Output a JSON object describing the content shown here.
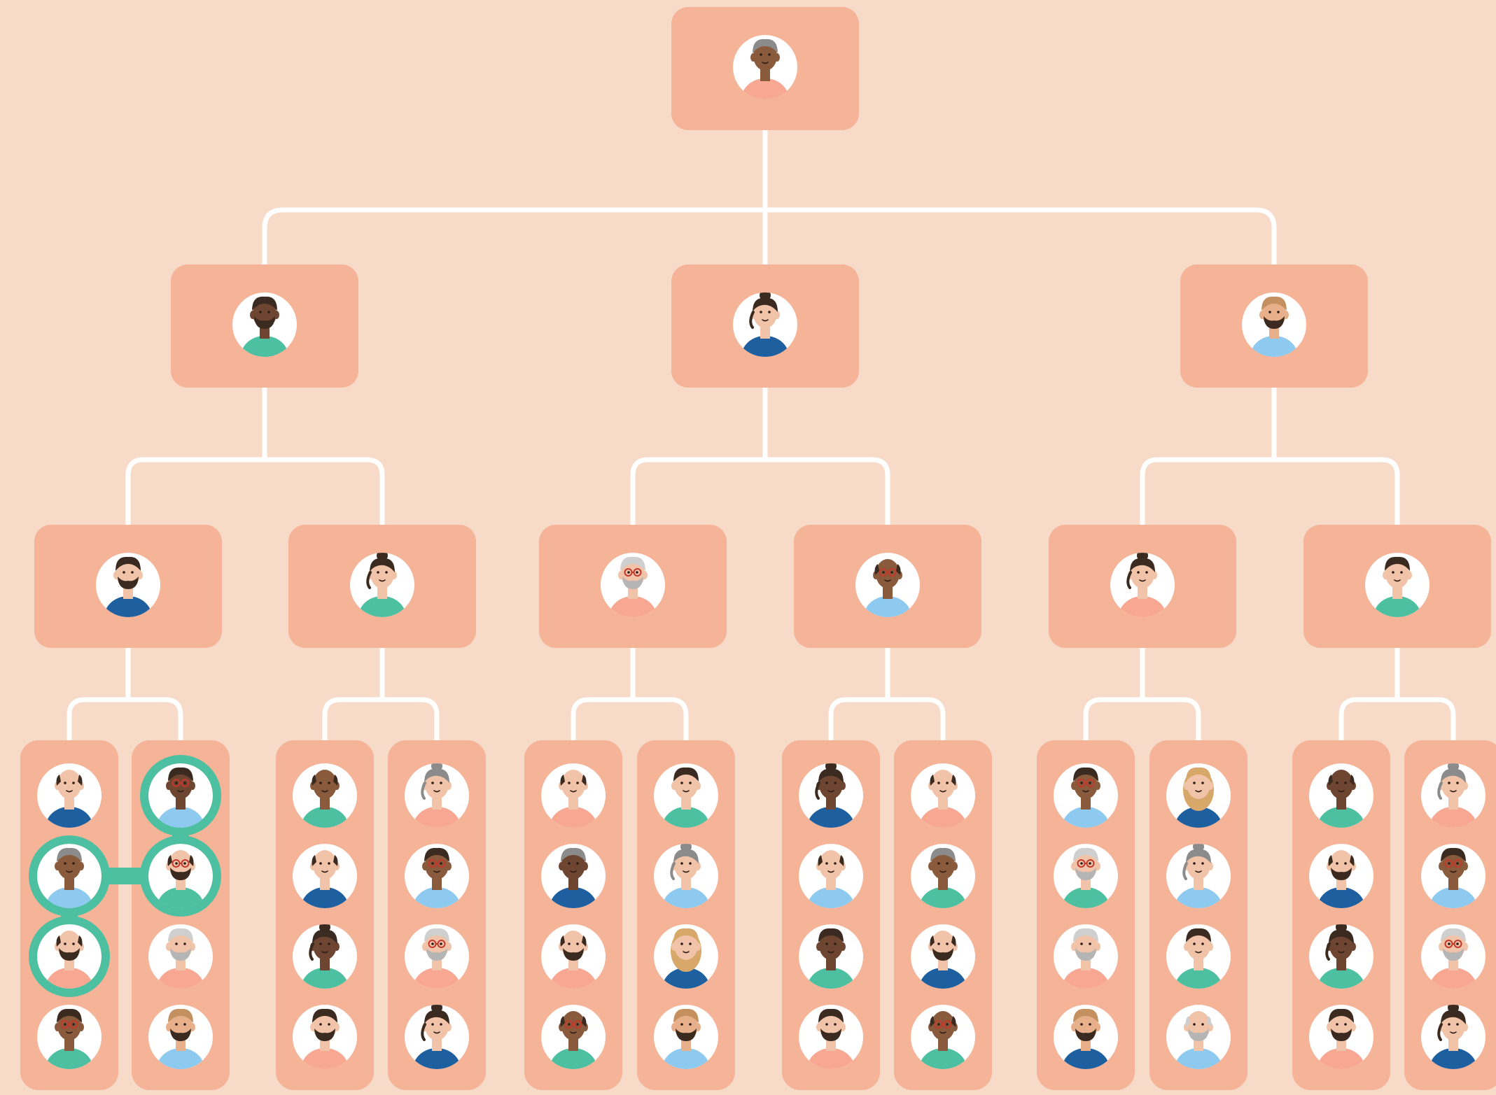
{
  "colors": {
    "background": "#f7dac8",
    "card": "#f5b397",
    "connector": "#ffffff",
    "highlight": "#4cc0a0",
    "avatar_bg": "#ffffff"
  },
  "org": {
    "root": {
      "skin": "#8a5a3c",
      "hair": "#8b8b8b",
      "hair_style": "short",
      "shirt": "#f7a792",
      "beard": false,
      "glasses": false
    },
    "managers": [
      {
        "skin": "#6e4530",
        "hair": "#3a2a20",
        "hair_style": "short",
        "shirt": "#4cc0a0",
        "beard": true,
        "glasses": false
      },
      {
        "skin": "#f1c3a8",
        "hair": "#3a2a20",
        "hair_style": "bun",
        "shirt": "#1e5fa0",
        "beard": false,
        "glasses": false
      },
      {
        "skin": "#e8b08a",
        "hair": "#c59060",
        "hair_style": "short",
        "shirt": "#8ec9f0",
        "beard": true,
        "glasses": false
      }
    ],
    "leads": [
      {
        "skin": "#f1c3a8",
        "hair": "#3a2a20",
        "hair_style": "short",
        "shirt": "#1e5fa0",
        "beard": true,
        "glasses": false
      },
      {
        "skin": "#f1c3a8",
        "hair": "#3a2a20",
        "hair_style": "bun",
        "shirt": "#4cc0a0",
        "beard": false,
        "glasses": false
      },
      {
        "skin": "#f1c3a8",
        "hair": "#cfcfcf",
        "hair_style": "short",
        "shirt": "#f7a792",
        "beard": true,
        "glasses": true
      },
      {
        "skin": "#8a5a3c",
        "hair": "#3a2a20",
        "hair_style": "bald",
        "shirt": "#8ec9f0",
        "beard": false,
        "glasses": true
      },
      {
        "skin": "#f1c3a8",
        "hair": "#3a2a20",
        "hair_style": "bun",
        "shirt": "#f7a792",
        "beard": false,
        "glasses": false
      },
      {
        "skin": "#f1c3a8",
        "hair": "#3a2a20",
        "hair_style": "short",
        "shirt": "#4cc0a0",
        "beard": false,
        "glasses": false
      }
    ],
    "teams": [
      [
        [
          {
            "skin": "#f1c3a8",
            "hair": "#3a2a20",
            "hair_style": "bald",
            "shirt": "#1e5fa0",
            "beard": false,
            "glasses": false
          },
          {
            "skin": "#8a5a3c",
            "hair": "#8b8b8b",
            "hair_style": "short",
            "shirt": "#8ec9f0",
            "beard": false,
            "glasses": false
          },
          {
            "skin": "#f1c3a8",
            "hair": "#3a2a20",
            "hair_style": "bald",
            "shirt": "#f7a792",
            "beard": true,
            "glasses": false
          },
          {
            "skin": "#8a5a3c",
            "hair": "#3a2a20",
            "hair_style": "short",
            "shirt": "#4cc0a0",
            "beard": false,
            "glasses": true
          }
        ],
        [
          {
            "skin": "#6e4530",
            "hair": "#3a2a20",
            "hair_style": "short",
            "shirt": "#8ec9f0",
            "beard": false,
            "glasses": true
          },
          {
            "skin": "#f1c3a8",
            "hair": "#3a2a20",
            "hair_style": "bald",
            "shirt": "#4cc0a0",
            "beard": true,
            "glasses": true
          },
          {
            "skin": "#f1c3a8",
            "hair": "#cfcfcf",
            "hair_style": "short",
            "shirt": "#f7a792",
            "beard": true,
            "glasses": false
          },
          {
            "skin": "#e8b08a",
            "hair": "#c59060",
            "hair_style": "short",
            "shirt": "#8ec9f0",
            "beard": true,
            "glasses": false
          }
        ]
      ],
      [
        [
          {
            "skin": "#8a5a3c",
            "hair": "#3a2a20",
            "hair_style": "bald",
            "shirt": "#4cc0a0",
            "beard": false,
            "glasses": false
          },
          {
            "skin": "#f1c3a8",
            "hair": "#3a2a20",
            "hair_style": "bald",
            "shirt": "#1e5fa0",
            "beard": false,
            "glasses": false
          },
          {
            "skin": "#6e4530",
            "hair": "#3a2a20",
            "hair_style": "bun",
            "shirt": "#4cc0a0",
            "beard": false,
            "glasses": false
          },
          {
            "skin": "#f1c3a8",
            "hair": "#3a2a20",
            "hair_style": "short",
            "shirt": "#f7a792",
            "beard": true,
            "glasses": false
          }
        ],
        [
          {
            "skin": "#f1c3a8",
            "hair": "#8b8b8b",
            "hair_style": "bun",
            "shirt": "#f7a792",
            "beard": false,
            "glasses": false
          },
          {
            "skin": "#8a5a3c",
            "hair": "#3a2a20",
            "hair_style": "short",
            "shirt": "#8ec9f0",
            "beard": false,
            "glasses": true
          },
          {
            "skin": "#f1c3a8",
            "hair": "#cfcfcf",
            "hair_style": "short",
            "shirt": "#f7a792",
            "beard": true,
            "glasses": true
          },
          {
            "skin": "#f1c3a8",
            "hair": "#3a2a20",
            "hair_style": "bun",
            "shirt": "#1e5fa0",
            "beard": false,
            "glasses": false
          }
        ]
      ],
      [
        [
          {
            "skin": "#f1c3a8",
            "hair": "#3a2a20",
            "hair_style": "bald",
            "shirt": "#f7a792",
            "beard": false,
            "glasses": false
          },
          {
            "skin": "#6e4530",
            "hair": "#8b8b8b",
            "hair_style": "short",
            "shirt": "#1e5fa0",
            "beard": false,
            "glasses": false
          },
          {
            "skin": "#f1c3a8",
            "hair": "#3a2a20",
            "hair_style": "bald",
            "shirt": "#f7a792",
            "beard": true,
            "glasses": false
          },
          {
            "skin": "#8a5a3c",
            "hair": "#3a2a20",
            "hair_style": "bald",
            "shirt": "#4cc0a0",
            "beard": false,
            "glasses": true
          }
        ],
        [
          {
            "skin": "#f1c3a8",
            "hair": "#3a2a20",
            "hair_style": "short",
            "shirt": "#4cc0a0",
            "beard": false,
            "glasses": false
          },
          {
            "skin": "#f1c3a8",
            "hair": "#8b8b8b",
            "hair_style": "bun",
            "shirt": "#8ec9f0",
            "beard": false,
            "glasses": false
          },
          {
            "skin": "#f1c3a8",
            "hair": "#d7a86a",
            "hair_style": "long",
            "shirt": "#1e5fa0",
            "beard": false,
            "glasses": false
          },
          {
            "skin": "#e8b08a",
            "hair": "#c59060",
            "hair_style": "short",
            "shirt": "#8ec9f0",
            "beard": true,
            "glasses": false
          }
        ]
      ],
      [
        [
          {
            "skin": "#6e4530",
            "hair": "#3a2a20",
            "hair_style": "bun",
            "shirt": "#1e5fa0",
            "beard": false,
            "glasses": false
          },
          {
            "skin": "#f1c3a8",
            "hair": "#3a2a20",
            "hair_style": "bald",
            "shirt": "#8ec9f0",
            "beard": false,
            "glasses": false
          },
          {
            "skin": "#6e4530",
            "hair": "#3a2a20",
            "hair_style": "short",
            "shirt": "#4cc0a0",
            "beard": false,
            "glasses": false
          },
          {
            "skin": "#f1c3a8",
            "hair": "#3a2a20",
            "hair_style": "short",
            "shirt": "#f7a792",
            "beard": true,
            "glasses": false
          }
        ],
        [
          {
            "skin": "#f1c3a8",
            "hair": "#3a2a20",
            "hair_style": "bald",
            "shirt": "#f7a792",
            "beard": false,
            "glasses": false
          },
          {
            "skin": "#8a5a3c",
            "hair": "#8b8b8b",
            "hair_style": "short",
            "shirt": "#4cc0a0",
            "beard": false,
            "glasses": false
          },
          {
            "skin": "#f1c3a8",
            "hair": "#3a2a20",
            "hair_style": "bald",
            "shirt": "#1e5fa0",
            "beard": true,
            "glasses": false
          },
          {
            "skin": "#8a5a3c",
            "hair": "#3a2a20",
            "hair_style": "bald",
            "shirt": "#4cc0a0",
            "beard": false,
            "glasses": true
          }
        ]
      ],
      [
        [
          {
            "skin": "#8a5a3c",
            "hair": "#3a2a20",
            "hair_style": "short",
            "shirt": "#8ec9f0",
            "beard": false,
            "glasses": true
          },
          {
            "skin": "#f1c3a8",
            "hair": "#cfcfcf",
            "hair_style": "short",
            "shirt": "#4cc0a0",
            "beard": true,
            "glasses": true
          },
          {
            "skin": "#f1c3a8",
            "hair": "#cfcfcf",
            "hair_style": "short",
            "shirt": "#f7a792",
            "beard": true,
            "glasses": false
          },
          {
            "skin": "#e8b08a",
            "hair": "#c59060",
            "hair_style": "short",
            "shirt": "#1e5fa0",
            "beard": true,
            "glasses": false
          }
        ],
        [
          {
            "skin": "#f1c3a8",
            "hair": "#d7a86a",
            "hair_style": "long",
            "shirt": "#1e5fa0",
            "beard": false,
            "glasses": false
          },
          {
            "skin": "#f1c3a8",
            "hair": "#8b8b8b",
            "hair_style": "bun",
            "shirt": "#8ec9f0",
            "beard": false,
            "glasses": false
          },
          {
            "skin": "#f1c3a8",
            "hair": "#3a2a20",
            "hair_style": "short",
            "shirt": "#4cc0a0",
            "beard": false,
            "glasses": false
          },
          {
            "skin": "#f1c3a8",
            "hair": "#cfcfcf",
            "hair_style": "bald",
            "shirt": "#8ec9f0",
            "beard": true,
            "glasses": false
          }
        ]
      ],
      [
        [
          {
            "skin": "#6e4530",
            "hair": "#3a2a20",
            "hair_style": "bald",
            "shirt": "#4cc0a0",
            "beard": false,
            "glasses": false
          },
          {
            "skin": "#f1c3a8",
            "hair": "#3a2a20",
            "hair_style": "bald",
            "shirt": "#1e5fa0",
            "beard": true,
            "glasses": false
          },
          {
            "skin": "#6e4530",
            "hair": "#3a2a20",
            "hair_style": "bun",
            "shirt": "#4cc0a0",
            "beard": false,
            "glasses": false
          },
          {
            "skin": "#f1c3a8",
            "hair": "#3a2a20",
            "hair_style": "short",
            "shirt": "#f7a792",
            "beard": true,
            "glasses": false
          }
        ],
        [
          {
            "skin": "#f1c3a8",
            "hair": "#8b8b8b",
            "hair_style": "bun",
            "shirt": "#f7a792",
            "beard": false,
            "glasses": false
          },
          {
            "skin": "#8a5a3c",
            "hair": "#3a2a20",
            "hair_style": "short",
            "shirt": "#8ec9f0",
            "beard": false,
            "glasses": true
          },
          {
            "skin": "#f1c3a8",
            "hair": "#cfcfcf",
            "hair_style": "short",
            "shirt": "#f7a792",
            "beard": true,
            "glasses": true
          },
          {
            "skin": "#f1c3a8",
            "hair": "#3a2a20",
            "hair_style": "bun",
            "shirt": "#1e5fa0",
            "beard": false,
            "glasses": false
          }
        ]
      ]
    ]
  }
}
